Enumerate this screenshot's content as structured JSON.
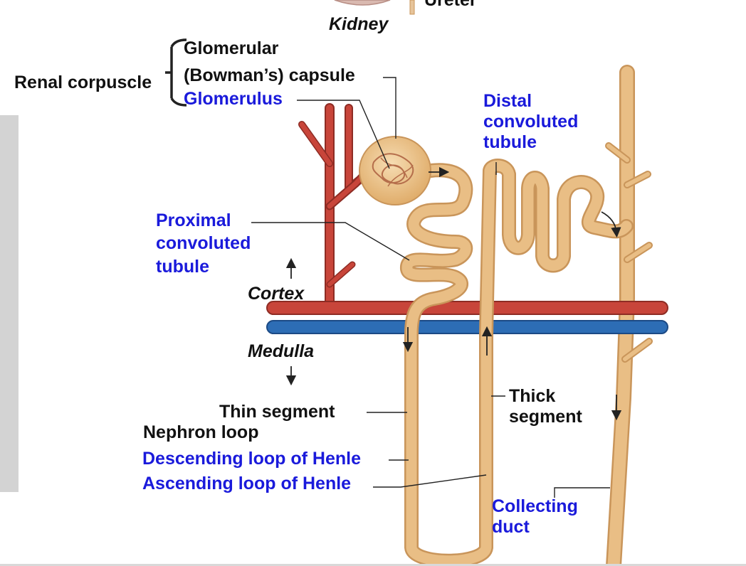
{
  "colors": {
    "label_blue": "#1a1adb",
    "label_black": "#111111",
    "artery_red": "#c8453a",
    "vein_blue": "#2d6db5",
    "tubule_tan": "#e9be85",
    "tubule_edge": "#c9955a"
  },
  "labels": {
    "ureter": "Ureter",
    "kidney": "Kidney",
    "renal_corpuscle": "Renal corpuscle",
    "glomerular_capsule_line1": "Glomerular",
    "glomerular_capsule_line2": "(Bowman’s) capsule",
    "glomerulus": "Glomerulus",
    "distal_line1": "Distal",
    "distal_line2": "convoluted",
    "distal_line3": "tubule",
    "proximal_line1": "Proximal",
    "proximal_line2": "convoluted",
    "proximal_line3": "tubule",
    "cortex": "Cortex",
    "medulla": "Medulla",
    "thin_segment": "Thin segment",
    "nephron_loop": "Nephron loop",
    "descending_loop": "Descending loop of Henle",
    "ascending_loop": "Ascending loop of Henle",
    "thick_line1": "Thick",
    "thick_line2": "segment",
    "collecting_line1": "Collecting",
    "collecting_line2": "duct"
  }
}
